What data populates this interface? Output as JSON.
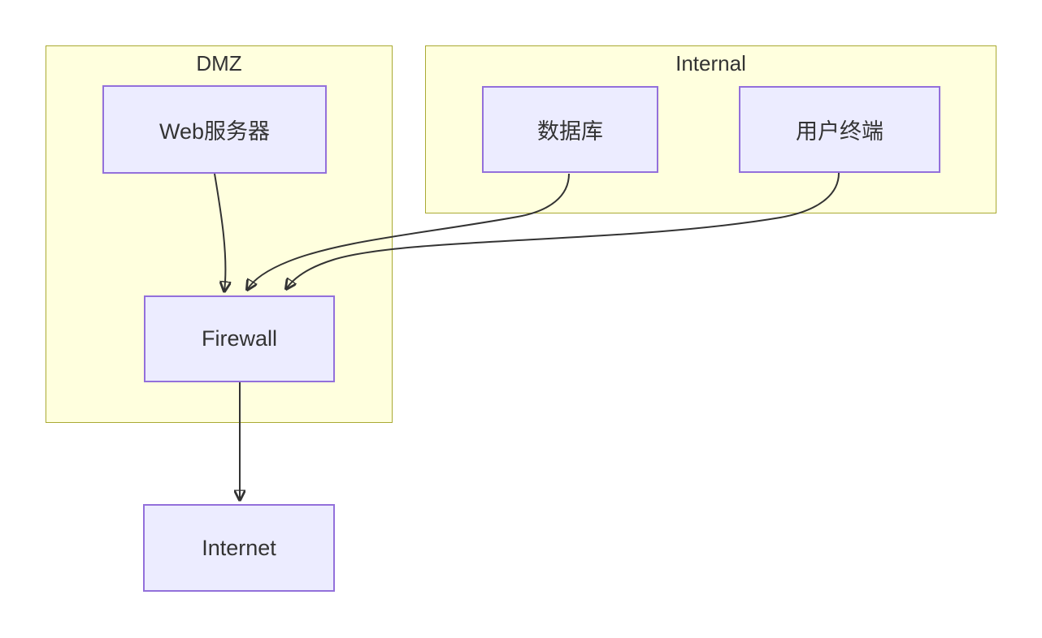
{
  "diagram": {
    "type": "flowchart",
    "clusters": [
      {
        "id": "dmz",
        "label": "DMZ"
      },
      {
        "id": "internal",
        "label": "Internal"
      }
    ],
    "nodes": [
      {
        "id": "web",
        "label": "Web服务器",
        "cluster": "dmz"
      },
      {
        "id": "db",
        "label": "数据库",
        "cluster": "internal"
      },
      {
        "id": "user",
        "label": "用户终端",
        "cluster": "internal"
      },
      {
        "id": "firewall",
        "label": "Firewall",
        "cluster": "dmz"
      },
      {
        "id": "internet",
        "label": "Internet",
        "cluster": null
      }
    ],
    "edges": [
      {
        "from": "Web服务器",
        "to": "Firewall"
      },
      {
        "from": "数据库",
        "to": "Firewall"
      },
      {
        "from": "用户终端",
        "to": "Firewall"
      },
      {
        "from": "Firewall",
        "to": "Internet"
      }
    ],
    "colors": {
      "cluster_fill": "#ffffde",
      "cluster_border": "#aaaa33",
      "node_fill": "#ececff",
      "node_border": "#9370db",
      "edge_stroke": "#333333",
      "text": "#333333",
      "background": "#ffffff"
    }
  }
}
